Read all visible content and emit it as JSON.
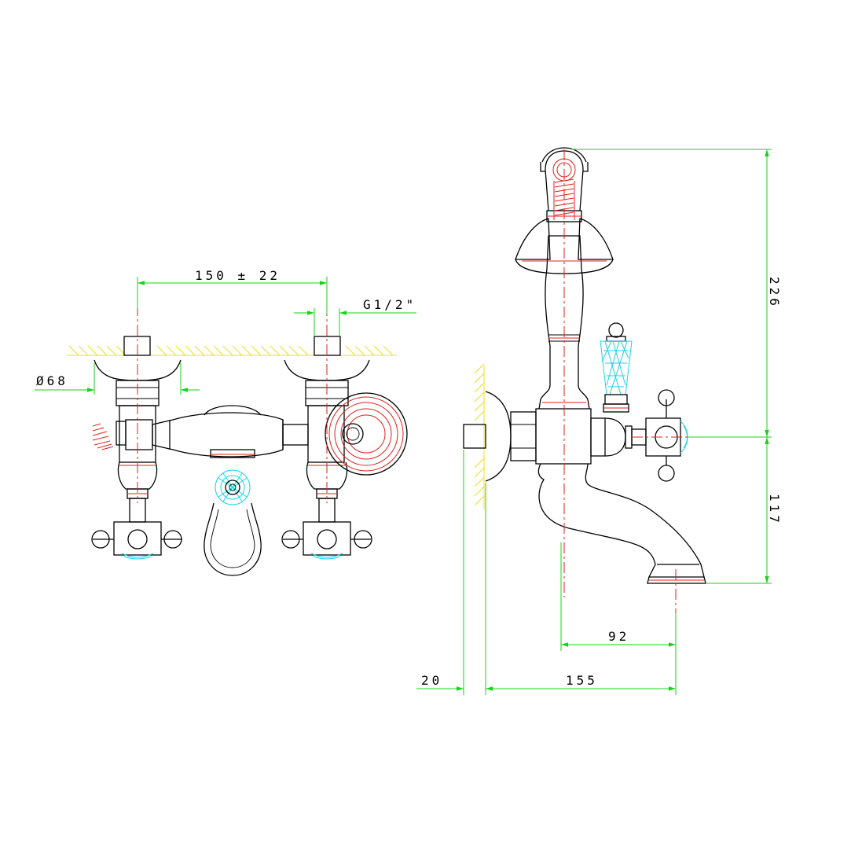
{
  "colors": {
    "outline": "#000000",
    "centerline": "#e0201b",
    "dimension": "#16d416",
    "handle_detail": "#19d3e6",
    "wall_hatch": "#e8e020"
  },
  "front_view": {
    "dim_spacing": "150 ± 22",
    "dim_thread": "G1/2\"",
    "dim_diameter": "Ø68"
  },
  "side_view": {
    "dim_total_height": "226",
    "dim_spout_height": "117",
    "dim_spout_reach": "92",
    "dim_wall": "20",
    "dim_projection": "155"
  }
}
